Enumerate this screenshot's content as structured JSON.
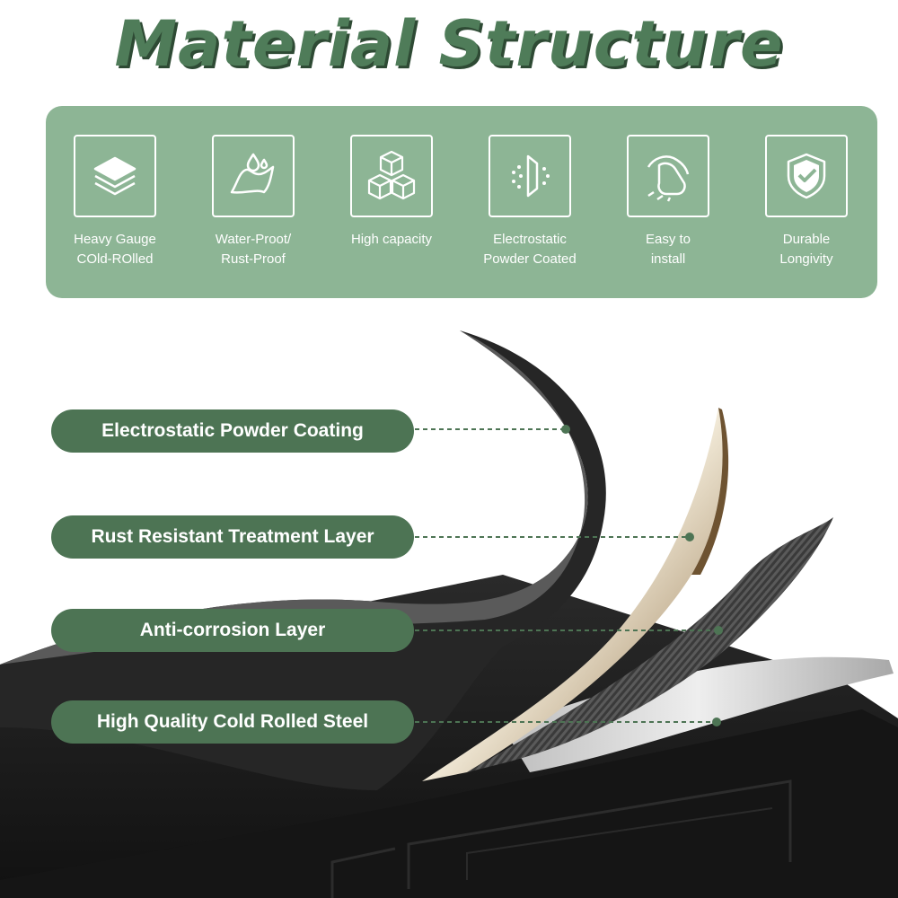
{
  "title": "Material Structure",
  "features": [
    {
      "icon": "layers-icon",
      "label": "Heavy Gauge\nCOld-ROlled"
    },
    {
      "icon": "water-drop-icon",
      "label": "Water-Proot/\nRust-Proof"
    },
    {
      "icon": "cubes-icon",
      "label": "High capacity"
    },
    {
      "icon": "spray-icon",
      "label": "Electrostatic\nPowder Coated"
    },
    {
      "icon": "wipe-hand-icon",
      "label": "Easy to\ninstall"
    },
    {
      "icon": "shield-check-icon",
      "label": "Durable\nLongivity"
    }
  ],
  "layers": [
    "Electrostatic Powder Coating",
    "Rust Resistant Treatment Layer",
    "Anti-corrosion Layer",
    "High Quality Cold Rolled Steel"
  ],
  "colors": {
    "title": "#4f7c59",
    "panel": "#8db595",
    "pill": "#4d7454",
    "cabinet": "#1c1c1c"
  }
}
